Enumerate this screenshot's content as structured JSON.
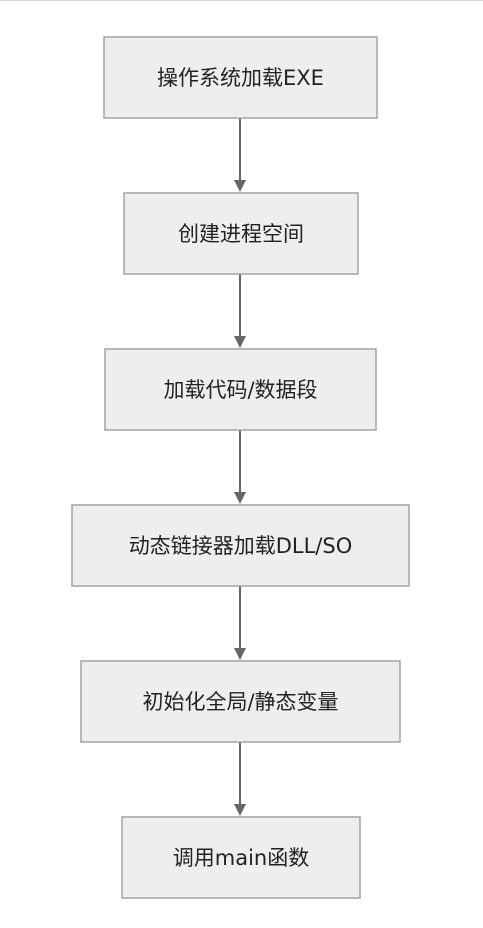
{
  "flowchart": {
    "steps": [
      {
        "label": "操作系统加载EXE"
      },
      {
        "label": "创建进程空间"
      },
      {
        "label": "加载代码/数据段"
      },
      {
        "label": "动态链接器加载DLL/SO"
      },
      {
        "label": "初始化全局/静态变量"
      },
      {
        "label": "调用main函数"
      }
    ]
  },
  "colors": {
    "node_fill": "#eeeeee",
    "node_border": "#a3a3a3",
    "arrow": "#666666",
    "text": "#222222"
  }
}
